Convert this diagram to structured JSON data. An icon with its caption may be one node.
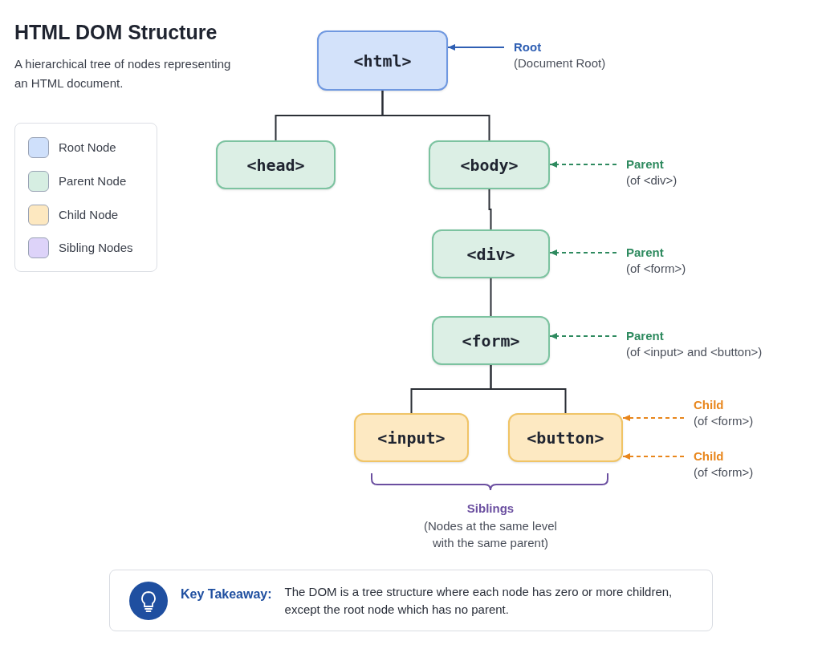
{
  "diagram": {
    "title": "HTML DOM Structure",
    "nodes": [
      {
        "text": [
          "<html>"
        ]
      },
      {
        "text": [
          "<head>"
        ]
      },
      {
        "text": [
          "<body>"
        ]
      },
      {
        "text": [
          "<div>"
        ]
      },
      {
        "text": [
          "<form>"
        ]
      },
      {
        "text": [
          "<input>"
        ]
      },
      {
        "text": [
          "<button>"
        ]
      },
      {
        "text": [
          "Root",
          "(Document Root)"
        ]
      },
      {
        "text": [
          "Parent",
          "(of <div>)"
        ]
      },
      {
        "text": [
          "Parent",
          "(of <form>)"
        ]
      },
      {
        "text": [
          "Parent",
          "(of <input> and <button>)"
        ]
      },
      {
        "text": [
          "Child",
          "(of <form>)"
        ]
      },
      {
        "text": [
          "Child",
          "(of <form>)"
        ]
      },
      {
        "text": [
          "Key Takeaway:",
          "The DOM is a tree structure where each node has zero or more children, except the root node which has no parent."
        ]
      }
    ],
    "edges": [
      {
        "from": 0,
        "to": 1,
        "arrow": "none"
      },
      {
        "from": 0,
        "to": 2,
        "arrow": "none"
      },
      {
        "from": 2,
        "to": 3,
        "arrow": "none"
      },
      {
        "from": 3,
        "to": 4,
        "arrow": "none"
      },
      {
        "from": 4,
        "to": 5,
        "arrow": "none"
      },
      {
        "from": 4,
        "to": 6,
        "arrow": "none"
      },
      {
        "from": 7,
        "to": 0,
        "arrow": "to",
        "color": "#2f5fb3"
      },
      {
        "from": 8,
        "to": 2,
        "arrow": "to",
        "style": "dashed",
        "color": "#2e8a5f"
      },
      {
        "from": 9,
        "to": 3,
        "arrow": "to",
        "style": "dashed",
        "color": "#2e8a5f"
      },
      {
        "from": 10,
        "to": 4,
        "arrow": "to",
        "style": "dashed",
        "color": "#2e8a5f"
      },
      {
        "from": 11,
        "to": 6,
        "arrow": "to",
        "style": "dashed",
        "color": "#e8861c"
      },
      {
        "from": 12,
        "to": 6,
        "arrow": "to",
        "style": "dashed",
        "color": "#e8861c"
      }
    ],
    "labels": [
      "A hierarchical tree of nodes representing an HTML document.",
      "Siblings",
      "(Nodes at the same level with the same parent)"
    ],
    "legend": [
      {
        "text": "Root Node",
        "color": "#cfe0fb"
      },
      {
        "text": "Parent Node",
        "color": "#d6eee2"
      },
      {
        "text": "Child Node",
        "color": "#fde8c0"
      },
      {
        "text": "Sibling Nodes",
        "color": "#ddd3f9"
      }
    ]
  }
}
